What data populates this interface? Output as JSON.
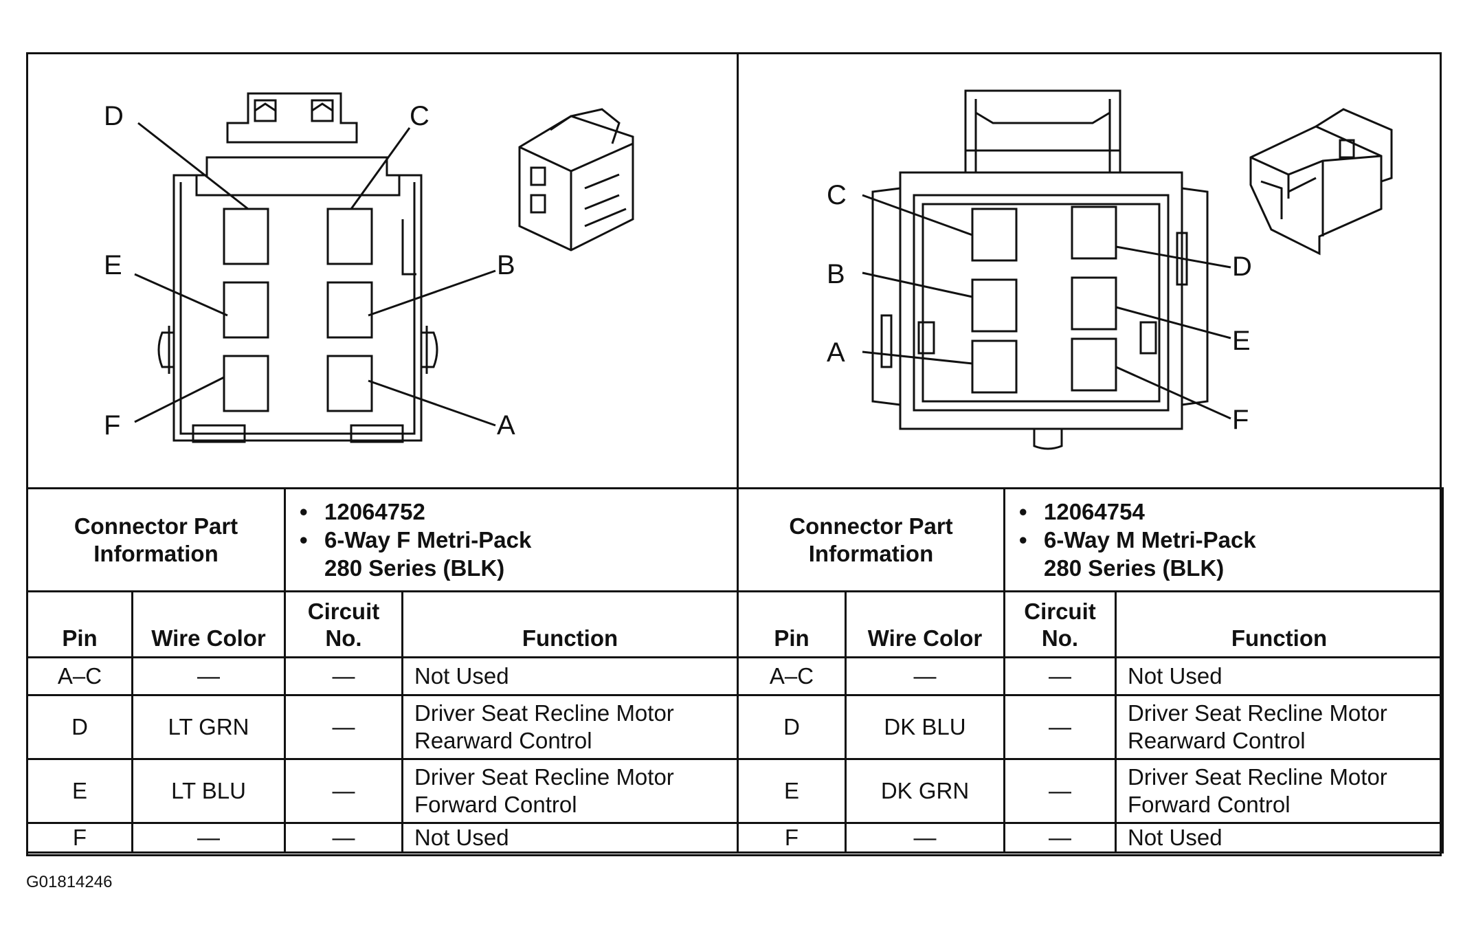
{
  "figure_id": "G01814246",
  "connectors": [
    {
      "side": "left",
      "pin_labels": [
        "A",
        "B",
        "C",
        "D",
        "E",
        "F"
      ],
      "info_label": "Connector Part Information",
      "part_number": "12064752",
      "description_line1": "6-Way F Metri-Pack",
      "description_line2": "280 Series (BLK)",
      "headers": {
        "pin": "Pin",
        "wire_color": "Wire Color",
        "circuit": "Circuit No.",
        "function": "Function"
      },
      "rows": [
        {
          "pin": "A–C",
          "wire_color": "—",
          "circuit": "—",
          "function": "Not Used"
        },
        {
          "pin": "D",
          "wire_color": "LT GRN",
          "circuit": "—",
          "function": "Driver Seat Recline Motor Rearward Control"
        },
        {
          "pin": "E",
          "wire_color": "LT BLU",
          "circuit": "—",
          "function": "Driver Seat Recline Motor Forward Control"
        },
        {
          "pin": "F",
          "wire_color": "—",
          "circuit": "—",
          "function": "Not Used"
        }
      ]
    },
    {
      "side": "right",
      "pin_labels": [
        "A",
        "B",
        "C",
        "D",
        "E",
        "F"
      ],
      "info_label": "Connector Part Information",
      "part_number": "12064754",
      "description_line1": "6-Way M Metri-Pack",
      "description_line2": "280 Series (BLK)",
      "headers": {
        "pin": "Pin",
        "wire_color": "Wire Color",
        "circuit": "Circuit No.",
        "function": "Function"
      },
      "rows": [
        {
          "pin": "A–C",
          "wire_color": "—",
          "circuit": "—",
          "function": "Not Used"
        },
        {
          "pin": "D",
          "wire_color": "DK BLU",
          "circuit": "—",
          "function": "Driver Seat Recline Motor Rearward Control"
        },
        {
          "pin": "E",
          "wire_color": "DK GRN",
          "circuit": "—",
          "function": "Driver Seat Recline Motor Forward Control"
        },
        {
          "pin": "F",
          "wire_color": "—",
          "circuit": "—",
          "function": "Not Used"
        }
      ]
    }
  ]
}
